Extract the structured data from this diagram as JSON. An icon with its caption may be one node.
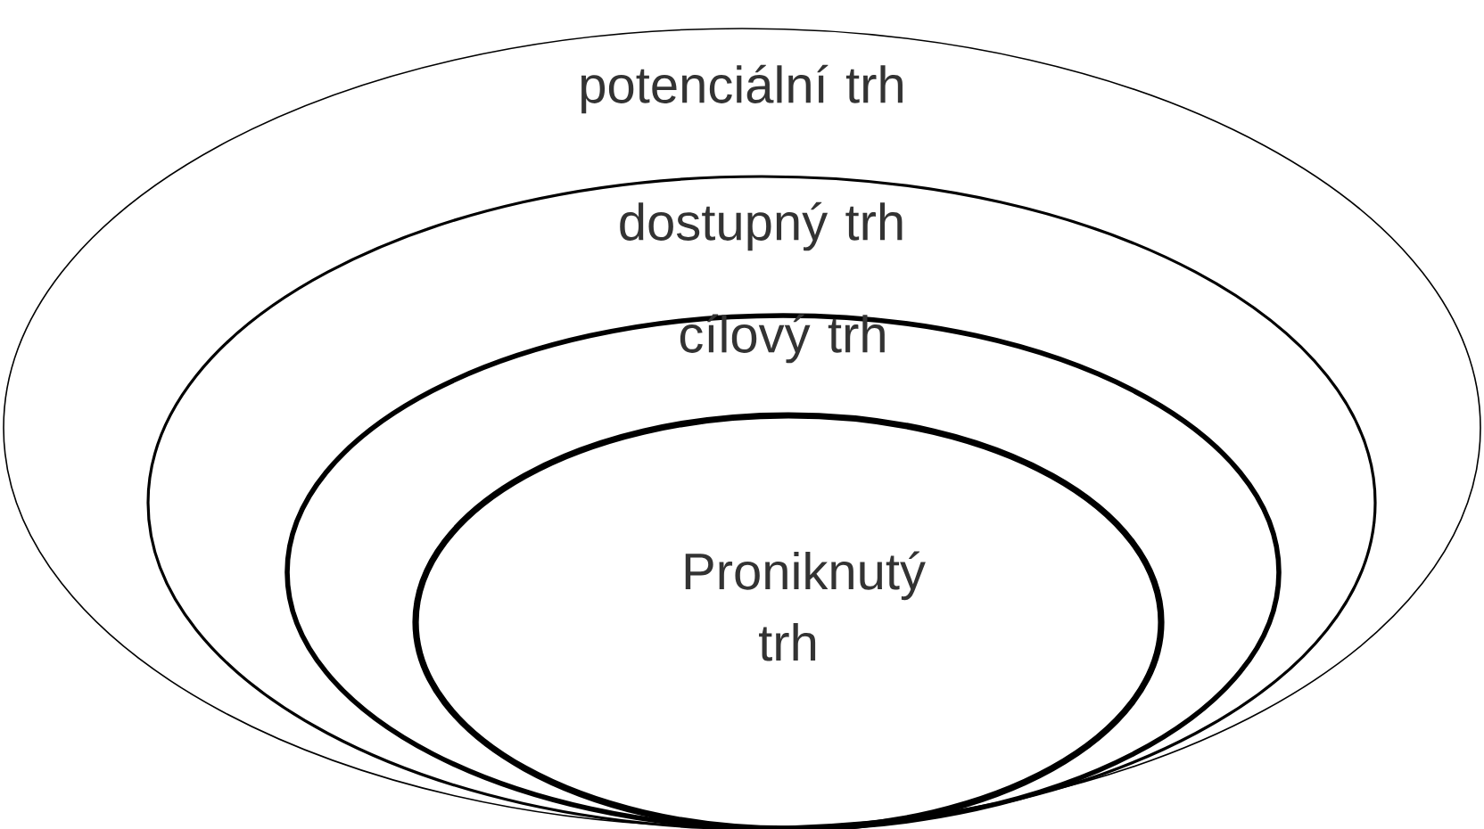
{
  "diagram": {
    "nodes": [
      {
        "text": [
          "potenciální trh"
        ]
      },
      {
        "text": [
          "dostupný trh"
        ],
        "in": 0
      },
      {
        "text": [
          "cílový trh"
        ],
        "in": 1
      },
      {
        "text": [
          "Proniknutý trh"
        ],
        "in": 2
      }
    ]
  }
}
